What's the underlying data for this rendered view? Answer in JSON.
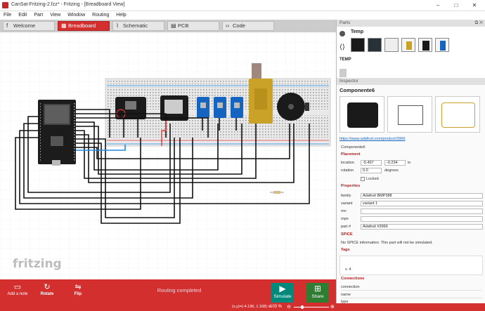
{
  "window": {
    "title": "CanSat-Fritzing-2.fzz* - Fritzing - [Breadboard View]",
    "minimize": "–",
    "maximize": "□",
    "close": "✕"
  },
  "menu": [
    "File",
    "Edit",
    "Part",
    "View",
    "Window",
    "Routing",
    "Help"
  ],
  "tabs": [
    {
      "label": "Welcome",
      "icon": "f-icon"
    },
    {
      "label": "Breadboard",
      "icon": "breadboard-icon"
    },
    {
      "label": "Schematic",
      "icon": "schematic-icon"
    },
    {
      "label": "PCB",
      "icon": "pcb-icon"
    },
    {
      "label": "Code",
      "icon": "code-icon"
    }
  ],
  "canvas": {
    "logo": "fritzing"
  },
  "toolbar": {
    "add_note": "Add a note",
    "rotate": "Rotate",
    "flip": "Flip",
    "status": "Routing completed",
    "simulate": "Simulate",
    "share": "Share"
  },
  "statusbar": {
    "coords": "(x,y)=(-4.196, 1.168) in",
    "zoom": "103 %"
  },
  "parts": {
    "header": "Parts",
    "search_term": "Temp",
    "result_label": "TEMP"
  },
  "inspector": {
    "header": "Inspector",
    "title": "Componente6",
    "url": "https://www.adafruit.com/product/3966",
    "instance": "Componente6",
    "placement_label": "Placement",
    "location_label": "location",
    "loc_x": "-5.457",
    "loc_y": "-0.234",
    "loc_unit": "in",
    "rotation_label": "rotation",
    "rotation_value": "0.0",
    "rotation_unit": "degrees",
    "locked": "Locked",
    "properties_label": "Properties",
    "props": [
      {
        "k": "family",
        "v": "Adafruit BMP388"
      },
      {
        "k": "variant",
        "v": "variant 1"
      },
      {
        "k": "mn",
        "v": ""
      },
      {
        "k": "mpn",
        "v": ""
      },
      {
        "k": "part #",
        "v": "Adafruit #3966"
      }
    ],
    "spice_label": "SPICE",
    "spice_text": "No SPICE information. This part will not be simulated.",
    "tags_label": "Tags",
    "version": "v. 4",
    "connections_label": "Connections",
    "conn_rows": [
      "connection",
      "name",
      "type"
    ]
  },
  "colors": {
    "brand": "#d32f2f",
    "accent_green": "#2e7d32",
    "accent_teal": "#00897b"
  }
}
